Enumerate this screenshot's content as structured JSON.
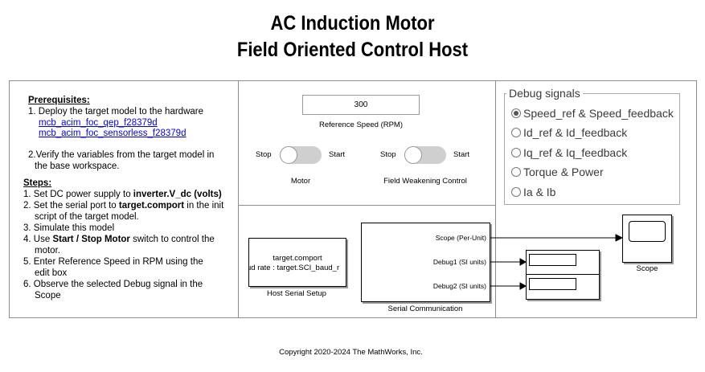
{
  "title": {
    "line1": "AC Induction Motor",
    "line2": "Field Oriented Control Host"
  },
  "instructions": {
    "prereq_heading": "Prerequisites:",
    "step1_text": "1. Deploy the target model to the hardware",
    "link1": "mcb_acim_foc_qep_f28379d",
    "link2": "mcb_acim_foc_sensorless_f28379d",
    "step2_line1": "2.Verify the variables from the target model in",
    "step2_line2": "the base workspace.",
    "steps_heading": "Steps:",
    "s1_pre": "1. Set DC power supply to ",
    "s1_bold": "inverter.V_dc (volts)",
    "s2_pre": "2. Set the serial port to ",
    "s2_bold": "target.comport",
    "s2_post": " in the init",
    "s2_line2": "script of the target model.",
    "s3": "3. Simulate this model",
    "s4_pre": "4. Use ",
    "s4_bold": "Start / Stop Motor",
    "s4_post": " switch to control the",
    "s4_line2": "motor.",
    "s5_line1": "5. Enter Reference Speed in RPM using the",
    "s5_line2": "edit box",
    "s6_line1": "6. Observe the selected Debug signal in the",
    "s6_line2": "Scope"
  },
  "controls": {
    "ref_speed_value": "300",
    "ref_speed_label": "Reference Speed (RPM)",
    "motor_switch": {
      "off_label": "Stop",
      "on_label": "Start",
      "label": "Motor"
    },
    "fw_switch": {
      "off_label": "Stop",
      "on_label": "Start",
      "label": "Field Weakening Control"
    }
  },
  "debug": {
    "group_label": "Debug signals",
    "options": [
      "Speed_ref & Speed_feedback",
      "Id_ref & Id_feedback",
      "Iq_ref & Iq_feedback",
      "Torque & Power",
      "Ia & Ib"
    ],
    "selected_index": 0
  },
  "blocks": {
    "host_serial_line1": "target.comport",
    "host_serial_line2": "ud rate : target.SCI_baud_r",
    "host_serial_label": "Host Serial Setup",
    "serial_comm_label": "Serial Communication",
    "port_scope": "Scope (Per-Unit)",
    "port_debug1": "Debug1 (SI units)",
    "port_debug2": "Debug2 (SI units)",
    "scope_label": "Scope"
  },
  "footer": "Copyright 2020-2024 The MathWorks, Inc."
}
